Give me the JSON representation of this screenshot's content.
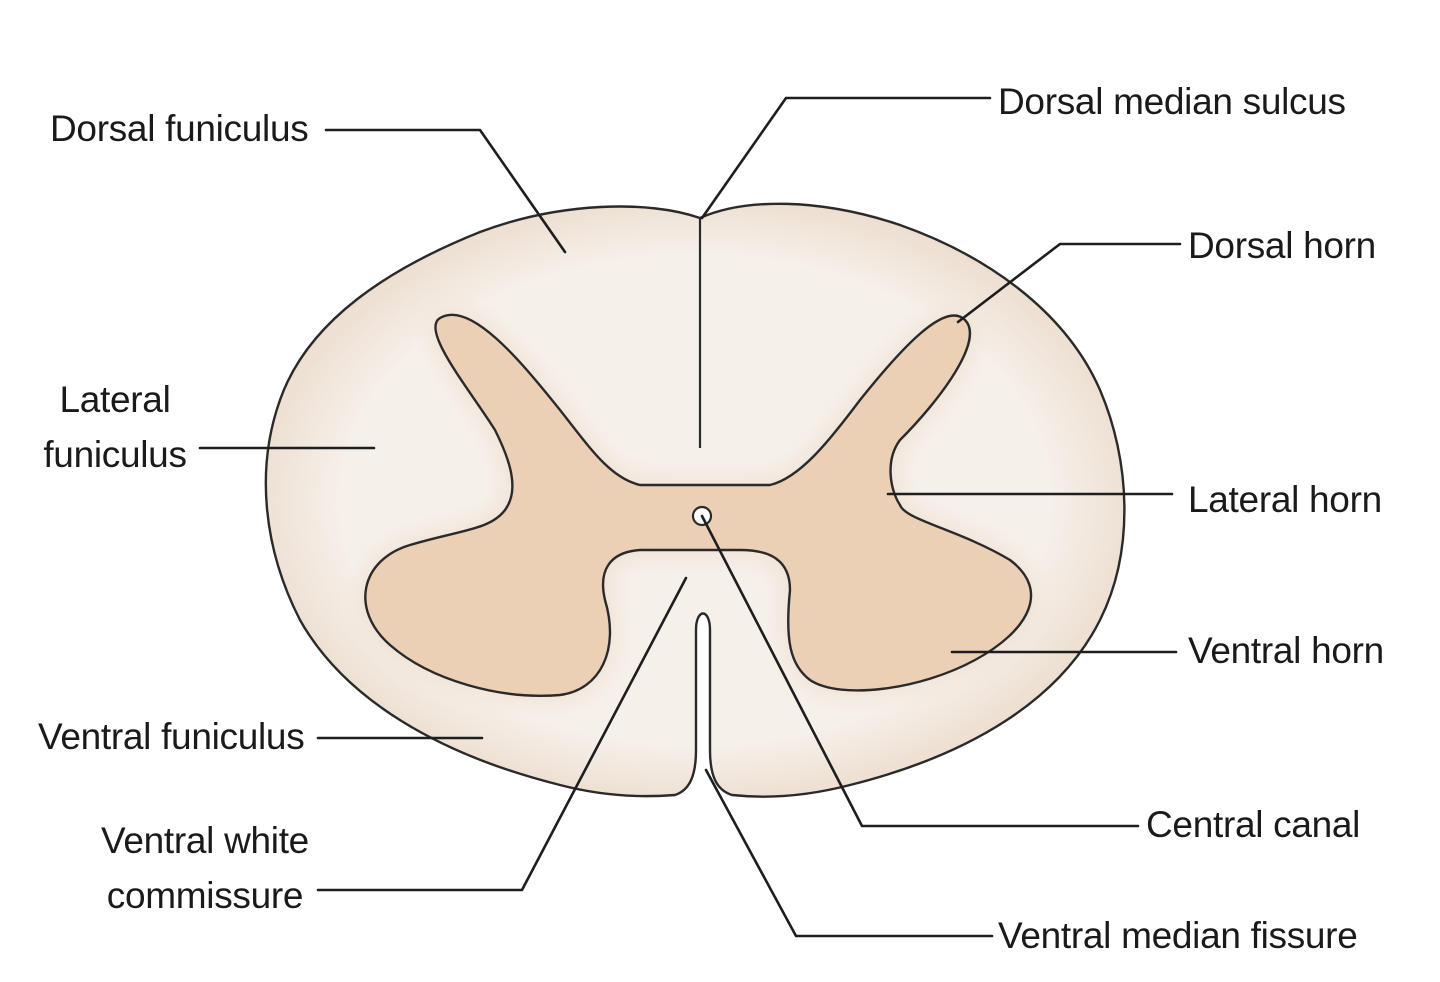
{
  "diagram": {
    "colors": {
      "background": "#ffffff",
      "white_matter": "#f6f0ea",
      "white_matter_edge": "#ead9c8",
      "grey_matter": "#ecd0b6",
      "outline": "#2a2a2a"
    },
    "labels": {
      "dorsal_funiculus": "Dorsal funiculus",
      "dorsal_median_sulcus": "Dorsal median sulcus",
      "dorsal_horn": "Dorsal horn",
      "lateral_funiculus": [
        "Lateral",
        "funiculus"
      ],
      "lateral_horn": "Lateral horn",
      "ventral_horn": "Ventral horn",
      "ventral_funiculus": "Ventral funiculus",
      "central_canal": "Central canal",
      "ventral_white_commissure": [
        "Ventral white",
        "commissure"
      ],
      "ventral_median_fissure": "Ventral median fissure"
    }
  }
}
